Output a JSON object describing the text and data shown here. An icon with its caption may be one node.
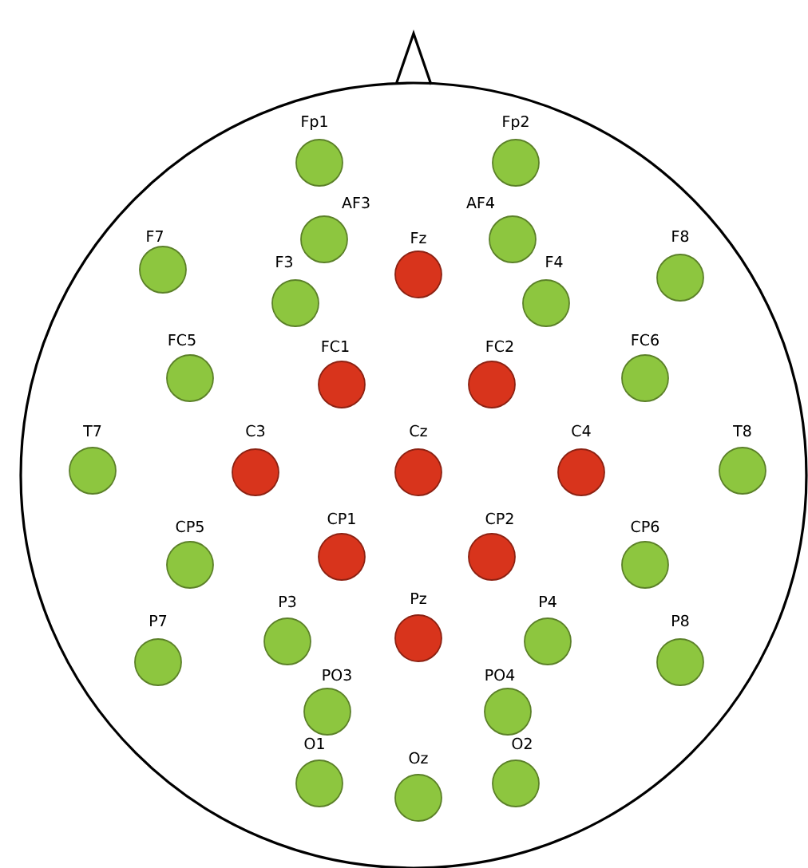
{
  "diagram": {
    "nodes": [
      {
        "text": [
          "Fp1"
        ]
      },
      {
        "text": [
          "Fp2"
        ]
      },
      {
        "text": [
          "AF3"
        ]
      },
      {
        "text": [
          "AF4"
        ]
      },
      {
        "text": [
          "F7"
        ]
      },
      {
        "text": [
          "F3"
        ]
      },
      {
        "text": [
          "Fz"
        ]
      },
      {
        "text": [
          "F4"
        ]
      },
      {
        "text": [
          "F8"
        ]
      },
      {
        "text": [
          "FC5"
        ]
      },
      {
        "text": [
          "FC1"
        ]
      },
      {
        "text": [
          "FC2"
        ]
      },
      {
        "text": [
          "FC6"
        ]
      },
      {
        "text": [
          "T7"
        ]
      },
      {
        "text": [
          "C3"
        ]
      },
      {
        "text": [
          "Cz"
        ]
      },
      {
        "text": [
          "C4"
        ]
      },
      {
        "text": [
          "T8"
        ]
      },
      {
        "text": [
          "CP5"
        ]
      },
      {
        "text": [
          "CP1"
        ]
      },
      {
        "text": [
          "CP2"
        ]
      },
      {
        "text": [
          "CP6"
        ]
      },
      {
        "text": [
          "P7"
        ]
      },
      {
        "text": [
          "P3"
        ]
      },
      {
        "text": [
          "Pz"
        ]
      },
      {
        "text": [
          "P4"
        ]
      },
      {
        "text": [
          "P8"
        ]
      },
      {
        "text": [
          "PO3"
        ]
      },
      {
        "text": [
          "PO4"
        ]
      },
      {
        "text": [
          "O1"
        ]
      },
      {
        "text": [
          "Oz"
        ]
      },
      {
        "text": [
          "O2"
        ]
      }
    ]
  }
}
